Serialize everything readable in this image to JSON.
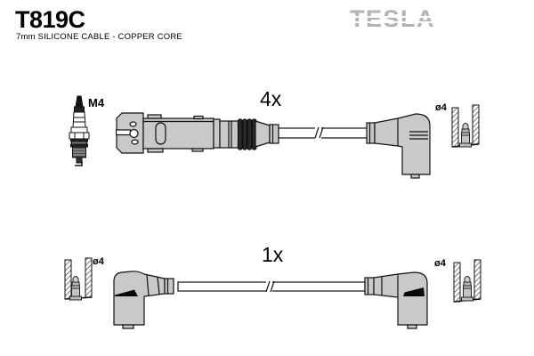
{
  "header": {
    "part_number": "T819C",
    "subtitle": "7mm SILICONE CABLE - COPPER CORE",
    "brand": "TESLA"
  },
  "diagram": {
    "top_row": {
      "quantity": "4x",
      "plug_thread": "M4",
      "terminal_diameter": "ø4"
    },
    "bottom_row": {
      "quantity": "1x",
      "terminal_diameter_left": "ø4",
      "terminal_diameter_right": "ø4"
    }
  },
  "icons": {
    "spark_plug": "spark-plug-icon",
    "terminal_cap": "terminal-cap-cutaway-icon",
    "coil_cable": "ignition-cable-coil-connector-drawing",
    "distributor_cable": "ignition-cable-double-elbow-drawing"
  },
  "colors": {
    "background": "#ffffff",
    "text": "#000000",
    "part_fill": "#c9c9c9",
    "part_outline": "#111111",
    "accent_black": "#0a0a0a",
    "logo_gray": "#b3b3b3",
    "terminal_metal": "#c4c4c4"
  }
}
